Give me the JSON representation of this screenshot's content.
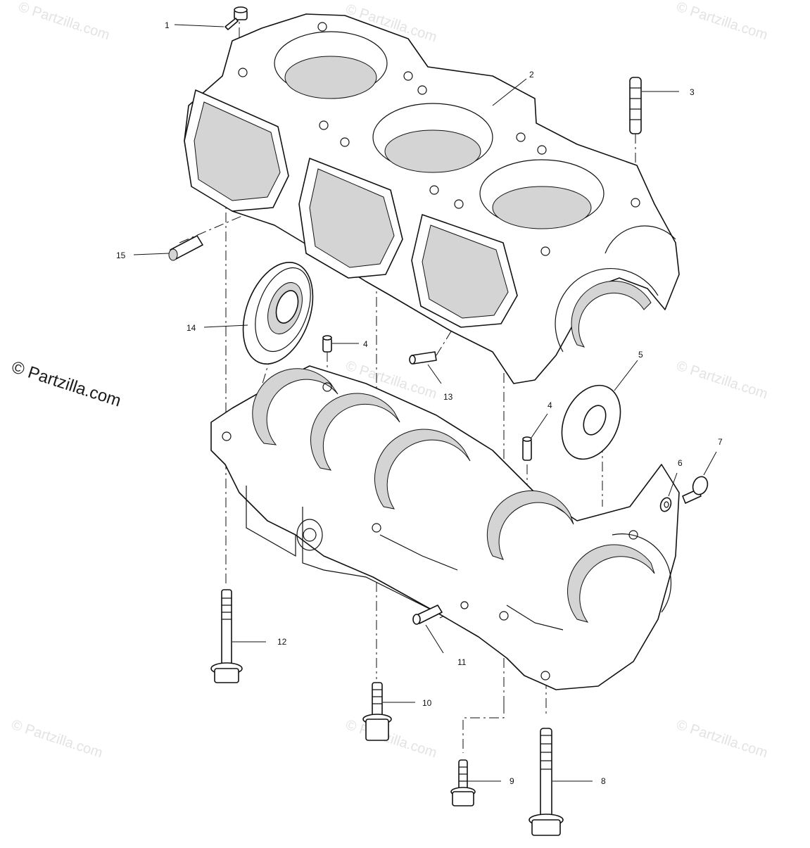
{
  "watermarks": {
    "small": "© Partzilla.com",
    "side": "© Partzilla.com"
  },
  "callouts": {
    "c1": "1",
    "c2": "2",
    "c3": "3",
    "c4a": "4",
    "c4b": "4",
    "c5": "5",
    "c6": "6",
    "c7": "7",
    "c8": "8",
    "c9": "9",
    "c10": "10",
    "c11": "11",
    "c12": "12",
    "c13": "13",
    "c14": "14",
    "c15": "15"
  },
  "colors": {
    "line": "#111111",
    "watermark": "#e3e3e3",
    "background": "#ffffff"
  }
}
